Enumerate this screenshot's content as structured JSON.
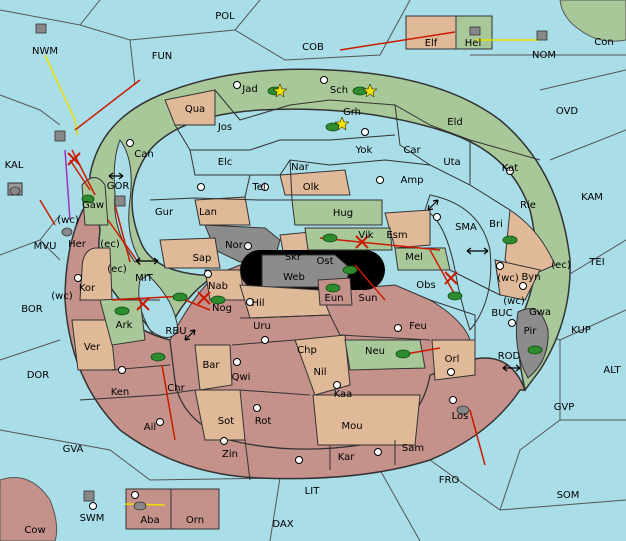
{
  "title": "",
  "colors": {
    "sea": "#a9dde8",
    "green": "#a8c89a",
    "tan": "#dfb998",
    "red": "#c4928a",
    "gray": "#8c8c8c",
    "arrow_red": "#cc1a00",
    "arrow_yellow": "#e8e000",
    "arrow_purple": "#a030c0",
    "unit_green": "#2e8b2e"
  },
  "sea_labels": [
    "POL",
    "COB",
    "FUN",
    "NWM",
    "NOM",
    "Con",
    "OVD",
    "KAL",
    "MVU",
    "GOR",
    "KAM",
    "SMA",
    "TEI",
    "BOR",
    "MIT",
    "RBU",
    "BUC",
    "KUP",
    "DOR",
    "ROD",
    "ALT",
    "GVP",
    "GVA",
    "FRO",
    "SOM",
    "LIT",
    "SWM",
    "DAX",
    "Cow"
  ],
  "land_labels": [
    "Elf",
    "Hel",
    "Jad",
    "Sch",
    "Qua",
    "Grh",
    "Jos",
    "Eld",
    "Can",
    "Yok",
    "Car",
    "Elc",
    "Nar",
    "Uta",
    "Kat",
    "Tel",
    "Olk",
    "Amp",
    "Gaw",
    "Gur",
    "Lan",
    "Hug",
    "Rie",
    "Bri",
    "Esm",
    "Nor",
    "Vik",
    "Skr",
    "Her",
    "Sap",
    "Ost",
    "Mel",
    "Web",
    "Byn",
    "Kor",
    "Nab",
    "Eun",
    "Sun",
    "Obs",
    "Gwa",
    "Hil",
    "Nog",
    "Ark",
    "Pir",
    "Uru",
    "Feu",
    "Ver",
    "Chp",
    "Neu",
    "Orl",
    "Bar",
    "Qwi",
    "Nil",
    "Ken",
    "Chr",
    "Kaa",
    "Sot",
    "Rot",
    "Los",
    "Mou",
    "Ail",
    "Zin",
    "Kar",
    "Sam",
    "Aba",
    "Orn"
  ],
  "coast_tags": [
    "(wc)",
    "(ec)",
    "(ec)",
    "(wc)",
    "(wc)",
    "(ec)",
    "(wc)"
  ]
}
